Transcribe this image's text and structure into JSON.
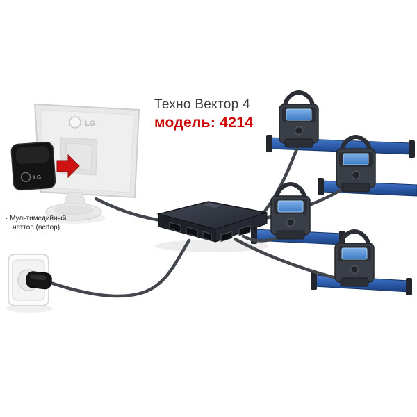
{
  "diagram": {
    "title": "Техно Вектор 4",
    "model": "модель: 4214",
    "nettop_label_line1": "· Мультимедийный",
    "nettop_label_line2": "неттоп (nettop)",
    "monitor_brand": "LG",
    "nettop_brand": "LG"
  },
  "colors": {
    "model_red": "#cc0000",
    "rail_blue": "#2f5fae",
    "sensor_screen_blue": "#4f8fd6",
    "cable_gray": "#43474d",
    "arrow_red": "#cf1212"
  }
}
